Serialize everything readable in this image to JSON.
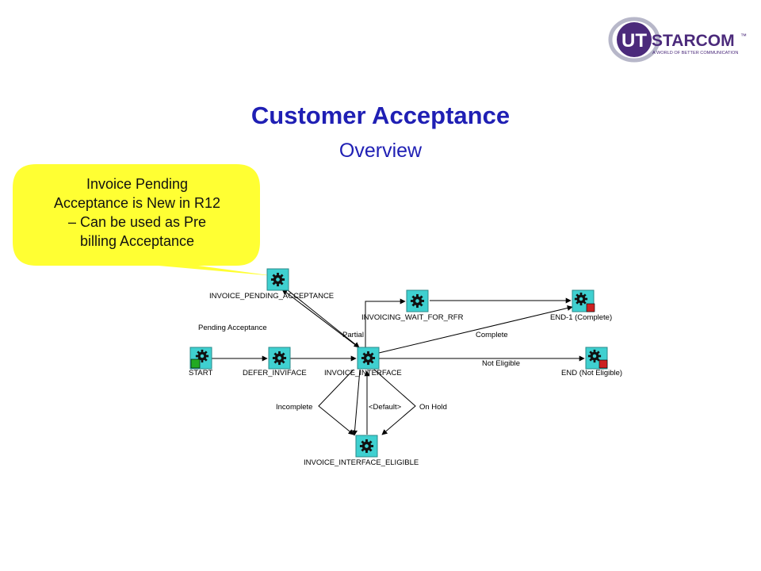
{
  "logo": {
    "text_prefix": "UT",
    "text_main": "STARCOM",
    "trademark": "™",
    "tagline": "A WORLD OF BETTER COMMUNICATION",
    "colors": {
      "purple": "#4b2a7b",
      "swoosh": "#b7b7c9"
    }
  },
  "title": {
    "main": "Customer Acceptance",
    "sub": "Overview",
    "color": "#1f1fb4"
  },
  "callout": {
    "lines": [
      "Invoice Pending",
      "Acceptance is New in R12",
      "– Can be used as Pre",
      "billing Acceptance"
    ],
    "color": "#ffff33"
  },
  "diagram": {
    "icon_colors": {
      "fill": "#3fd0d0",
      "border": "#2a8a8a",
      "gear": "#111111",
      "start_badge": "#22aa22",
      "end_badge": "#cc2222"
    },
    "nodes": {
      "invoice_pending_acceptance": "INVOICE_PENDING_ACCEPTANCE",
      "invoicing_wait_for_rfr": "INVOICING_WAIT_FOR_RFR",
      "end1_complete": "END-1 (Complete)",
      "start": "START",
      "defer_inviface": "DEFER_INVIFACE",
      "invoice_interface": "INVOICE_INTERFACE",
      "end_not_eligible": "END (Not Eligible)",
      "invoice_interface_eligible": "INVOICE_INTERFACE_ELIGIBLE"
    },
    "edges": {
      "pending_acceptance": "Pending Acceptance",
      "partial": "Partial",
      "complete": "Complete",
      "not_eligible": "Not Eligible",
      "incomplete": "Incomplete",
      "default": "<Default>",
      "on_hold": "On Hold"
    }
  }
}
